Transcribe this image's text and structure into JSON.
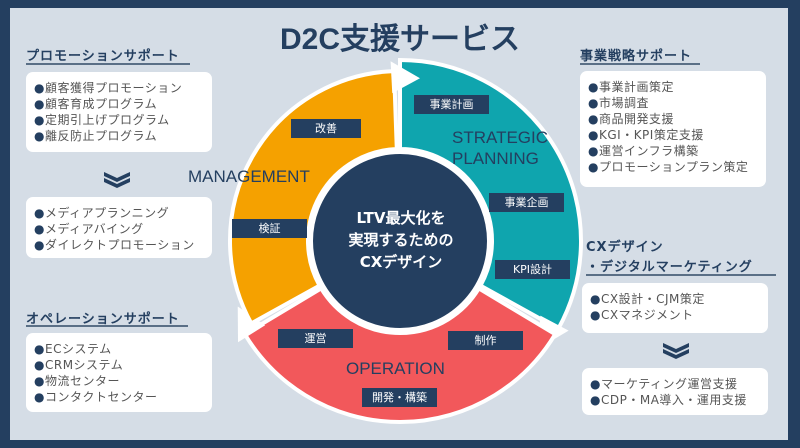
{
  "title": "D2C支援サービス",
  "colors": {
    "navy": "#243f60",
    "teal": "#0fa5ae",
    "coral": "#f2585b",
    "orange": "#f5a100",
    "panel": "#d5dde6"
  },
  "left": {
    "promotion": {
      "heading": "プロモーションサポート",
      "items": [
        "顧客獲得プロモーション",
        "顧客育成プログラム",
        "定期引上げプログラム",
        "離反防止プログラム"
      ],
      "next_items": [
        "メディアプランニング",
        "メディアバイング",
        "ダイレクトプロモーション"
      ]
    },
    "operation": {
      "heading": "オペレーションサポート",
      "items": [
        "ECシステム",
        "CRMシステム",
        "物流センター",
        "コンタクトセンター"
      ]
    }
  },
  "right": {
    "strategy": {
      "heading": "事業戦略サポート",
      "items": [
        "事業計画策定",
        "市場調査",
        "商品開発支援",
        "KGI・KPI策定支援",
        "運営インフラ構築",
        "プロモーションプラン策定"
      ]
    },
    "cx": {
      "heading_line1": "CXデザイン",
      "heading_line2": "・デジタルマーケティング",
      "items": [
        "CX設計・CJM策定",
        "CXマネジメント"
      ],
      "next_items": [
        "マーケティング運営支援",
        "CDP・MA導入・運用支援"
      ]
    }
  },
  "bullet": "●",
  "cycle": {
    "center": [
      "LTV最大化を",
      "実現するための",
      "CXデザイン"
    ],
    "sections": {
      "strategic": [
        "STRATEGIC",
        "PLANNING"
      ],
      "management": "MANAGEMENT",
      "operation": "OPERATION"
    },
    "tags": {
      "plan": "事業計画",
      "kaizen": "改善",
      "kikaku": "事業企画",
      "kensho": "検証",
      "kpi": "KPI設計",
      "unei": "運営",
      "seisaku": "制作",
      "kaihatsu": "開発・構築"
    }
  }
}
